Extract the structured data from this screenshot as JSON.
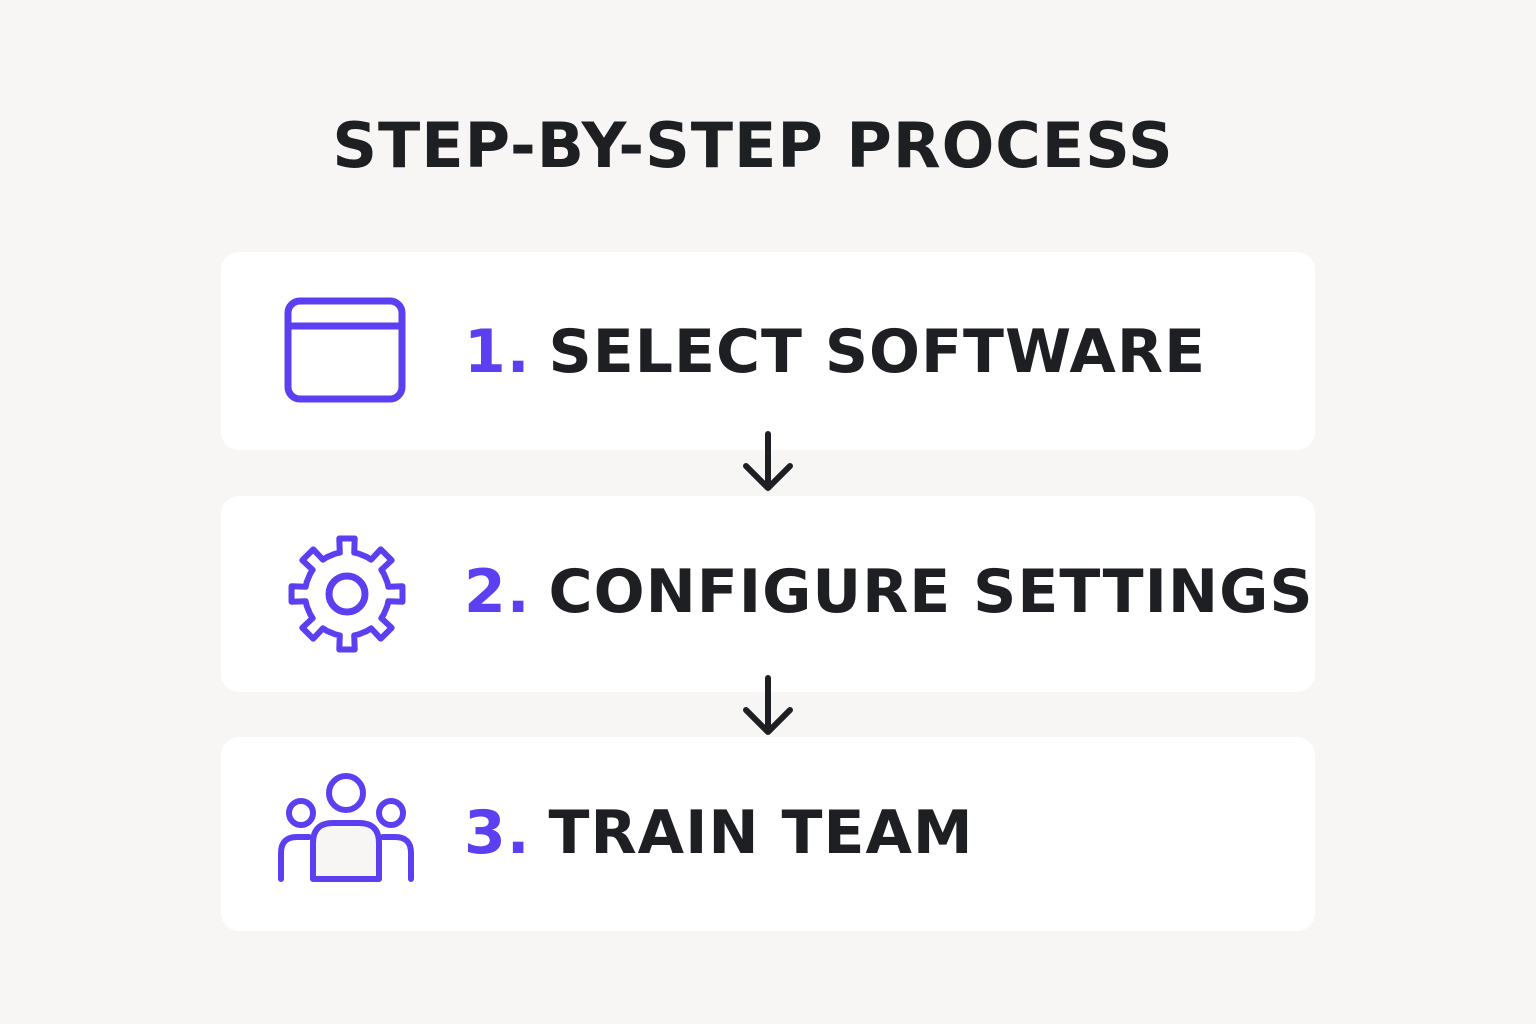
{
  "title": "STEP-BY-STEP PROCESS",
  "accent_color": "#5b3ff0",
  "text_color": "#1d1f22",
  "steps": [
    {
      "number": "1.",
      "label": "SELECT SOFTWARE",
      "icon": "browser-window-icon"
    },
    {
      "number": "2.",
      "label": "CONFIGURE SETTINGS",
      "icon": "gear-icon"
    },
    {
      "number": "3.",
      "label": "TRAIN TEAM",
      "icon": "team-icon"
    }
  ],
  "connectors": [
    "arrow-down-icon",
    "arrow-down-icon"
  ]
}
